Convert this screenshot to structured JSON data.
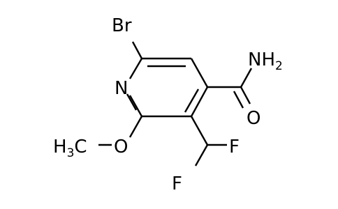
{
  "molecule": {
    "atoms": {
      "bromine": "Br",
      "ring_nitrogen": "N",
      "amide_nitrogen": "NH",
      "amide_nitrogen_h_count": "2",
      "carbonyl_oxygen": "O",
      "ether_oxygen": "O",
      "methyl_carbon": "H",
      "methyl_h_count": "3",
      "methyl_c": "C",
      "fluorine_1": "F",
      "fluorine_2": "F"
    }
  }
}
